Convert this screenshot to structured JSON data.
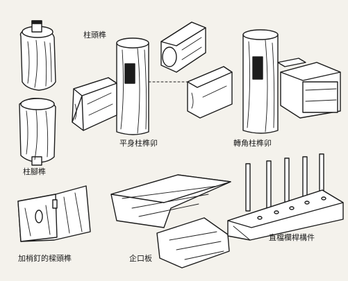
{
  "labels": {
    "column_head_tenon": "柱頭榫",
    "column_foot_tenon": "柱腳榫",
    "straight_mortise": "平身柱榫卯",
    "corner_mortise": "轉角柱榫卯",
    "pegged_beam_head": "加梢釘的樑頭榫",
    "tongue_groove_board": "企口板",
    "lattice_member": "直檔欄桿構件"
  }
}
